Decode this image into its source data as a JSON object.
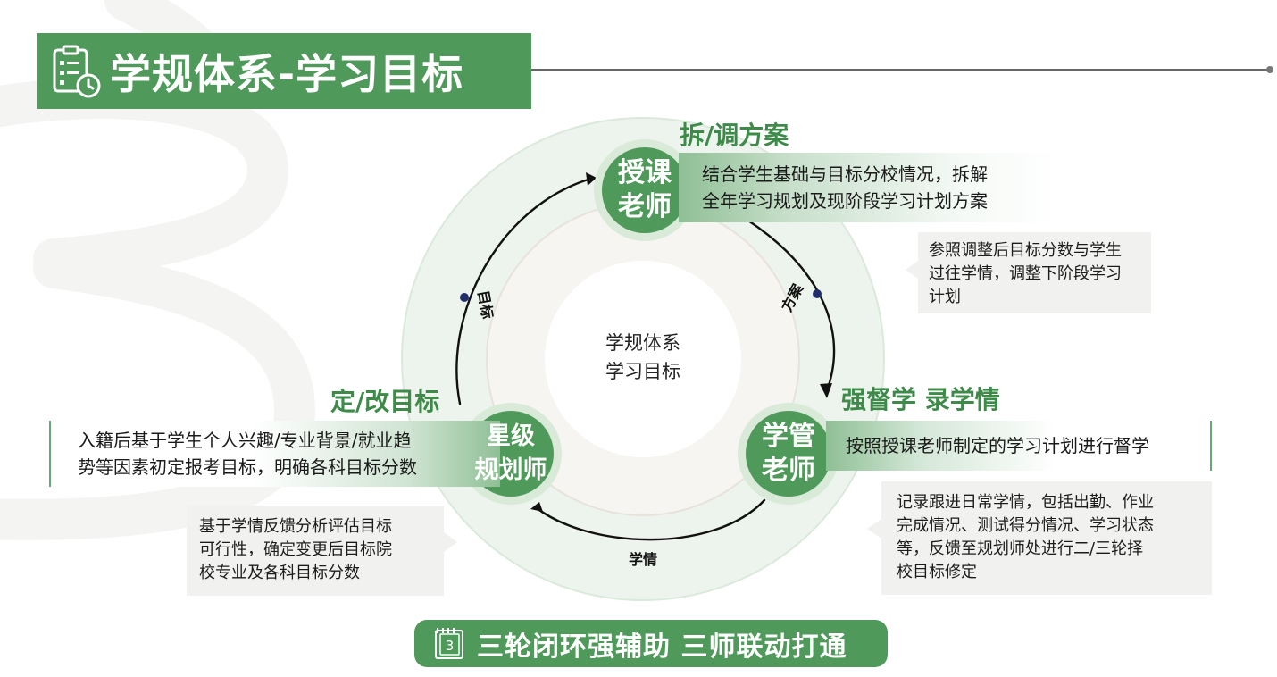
{
  "title": "学规体系-学习目标",
  "center": {
    "line1": "学规体系",
    "line2": "学习目标"
  },
  "stages": {
    "teacher": {
      "heading": "拆/调方案",
      "role_line1": "授课",
      "role_line2": "老师",
      "band_line1": "结合学生基础与目标分校情况，拆解",
      "band_line2": "全年学习规划及现阶段学习计划方案",
      "note_lines": [
        "参照调整后目标分数与学生",
        "过往学情，调整下阶段学习",
        "计划"
      ]
    },
    "manager": {
      "heading": "强督学 录学情",
      "role_line1": "学管",
      "role_line2": "老师",
      "band_line1": "按照授课老师制定的学习计划进行督学",
      "note_lines": [
        "记录跟进日常学情，包括出勤、作业",
        "完成情况、测试得分情况、学习状态",
        "等，反馈至规划师处进行二/三轮择",
        "校目标修定"
      ]
    },
    "planner": {
      "heading": "定/改目标",
      "role_line1": "星级",
      "role_line2": "规划师",
      "band_line1": "入籍后基于学生个人兴趣/专业背景/就业趋",
      "band_line2": "势等因素初定报考目标，明确各科目标分数",
      "note_lines": [
        "基于学情反馈分析评估目标",
        "可行性，确定变更后目标院",
        "校专业及各科目标分数"
      ]
    }
  },
  "arrows": {
    "goal": "目标",
    "plan": "方案",
    "status": "学情"
  },
  "footer": {
    "text": "三轮闭环强辅助 三师联动打通",
    "icon_digit": "3"
  },
  "colors": {
    "primary_green": "#4f9a5a",
    "heading_green": "#3d8a49",
    "ring_light": "#edf4ed",
    "ring_mid": "#f6f5f2",
    "note_bg": "#f1f1ef",
    "arrow_dot": "#1f2d6b"
  },
  "icons": {
    "title": "clipboard-clock-icon",
    "footer": "notepad-three-icon"
  }
}
